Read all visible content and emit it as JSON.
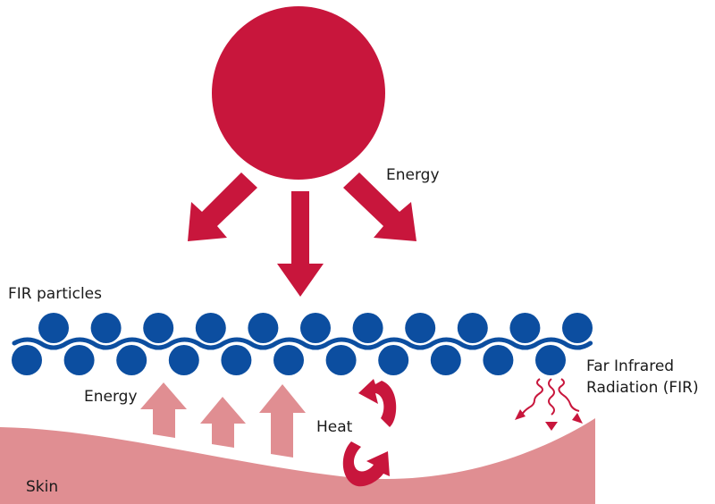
{
  "diagram": {
    "title": "Far infrared energy transfer",
    "labels": {
      "energy_top": "Energy",
      "fir_particles": "FIR particles",
      "energy_bottom": "Energy",
      "heat": "Heat",
      "fir_line1": "Far Infrared",
      "fir_line2": "Radiation (FIR)",
      "skin": "Skin"
    },
    "colors": {
      "sun": "#c8163c",
      "particles": "#0c4ea0",
      "skin": "#e08e92",
      "energy_up_arrows": "#e08e92",
      "heat_arrows": "#c8163c",
      "text": "#1a1a1a"
    },
    "particle_counts": {
      "top_row": 11,
      "bottom_row": 11
    },
    "energy_down_arrows": 3,
    "energy_up_arrows": 3,
    "fir_wave_arrows": 3
  }
}
